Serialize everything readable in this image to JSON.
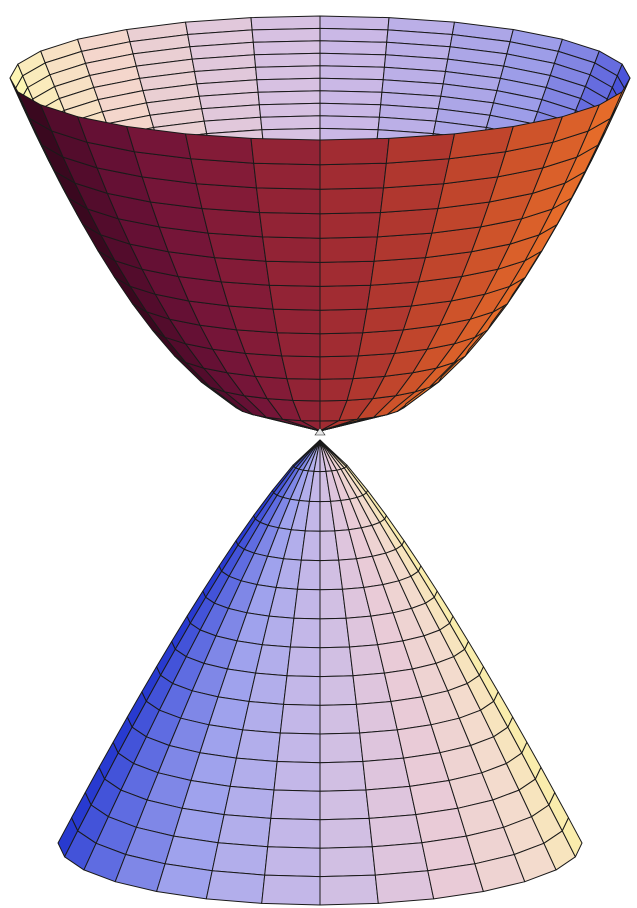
{
  "figure": {
    "subject": "double-cone-mesh-surface",
    "background_color": "#ffffff",
    "mesh_line_color": "#1a1a1a",
    "apex_color": "#e8e8e8",
    "upper_surface": {
      "name": "upper-paraboloid",
      "interior_colors": [
        "#fffbb0",
        "#f4d6cc",
        "#d2bde6",
        "#9d9de8",
        "#3d48d8"
      ],
      "exterior_colors": [
        "#0a0205",
        "#4a0a28",
        "#6e1238",
        "#8a1e36",
        "#a83030",
        "#c84c2a",
        "#e0662a",
        "#f27a2a"
      ]
    },
    "lower_surface": {
      "name": "lower-cone",
      "colors": [
        "#1a2ecc",
        "#5a68e0",
        "#a4a6ee",
        "#cbbce6",
        "#e8cad8",
        "#f4dccc",
        "#fbf2a4"
      ]
    }
  }
}
